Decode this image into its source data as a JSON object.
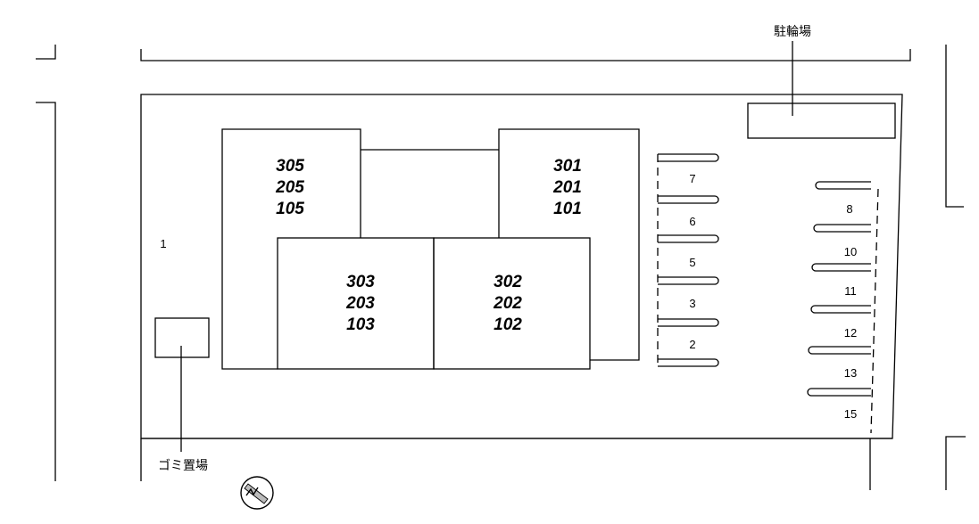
{
  "labels": {
    "bicycle_parking": "駐輪場",
    "garbage_area": "ゴミ置場"
  },
  "buildings": [
    {
      "rooms": [
        "305",
        "205",
        "105"
      ]
    },
    {
      "rooms": [
        "301",
        "201",
        "101"
      ]
    },
    {
      "rooms": [
        "303",
        "203",
        "103"
      ]
    },
    {
      "rooms": [
        "302",
        "202",
        "102"
      ]
    }
  ],
  "parking": {
    "left_spaces": [
      "7",
      "6",
      "5",
      "3",
      "2"
    ],
    "right_spaces": [
      "8",
      "10",
      "11",
      "12",
      "13",
      "15"
    ],
    "lot_1": "1"
  },
  "compass": {
    "symbol": "north-arrow"
  },
  "colors": {
    "line": "#000000",
    "background": "#ffffff"
  }
}
